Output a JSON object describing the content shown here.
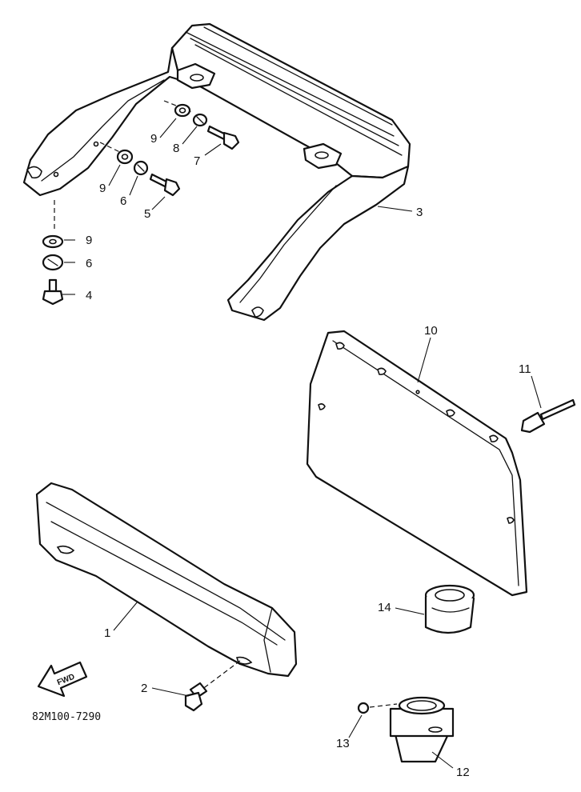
{
  "diagram_code": "82M100-7290",
  "direction_label": "FWD",
  "callouts": [
    {
      "id": "c1",
      "label": "1"
    },
    {
      "id": "c2",
      "label": "2"
    },
    {
      "id": "c3",
      "label": "3"
    },
    {
      "id": "c4",
      "label": "4"
    },
    {
      "id": "c5",
      "label": "5"
    },
    {
      "id": "c6a",
      "label": "6"
    },
    {
      "id": "c6b",
      "label": "6"
    },
    {
      "id": "c7",
      "label": "7"
    },
    {
      "id": "c8",
      "label": "8"
    },
    {
      "id": "c9a",
      "label": "9"
    },
    {
      "id": "c9b",
      "label": "9"
    },
    {
      "id": "c9c",
      "label": "9"
    },
    {
      "id": "c10",
      "label": "10"
    },
    {
      "id": "c11",
      "label": "11"
    },
    {
      "id": "c12",
      "label": "12"
    },
    {
      "id": "c13",
      "label": "13"
    },
    {
      "id": "c14",
      "label": "14"
    }
  ]
}
